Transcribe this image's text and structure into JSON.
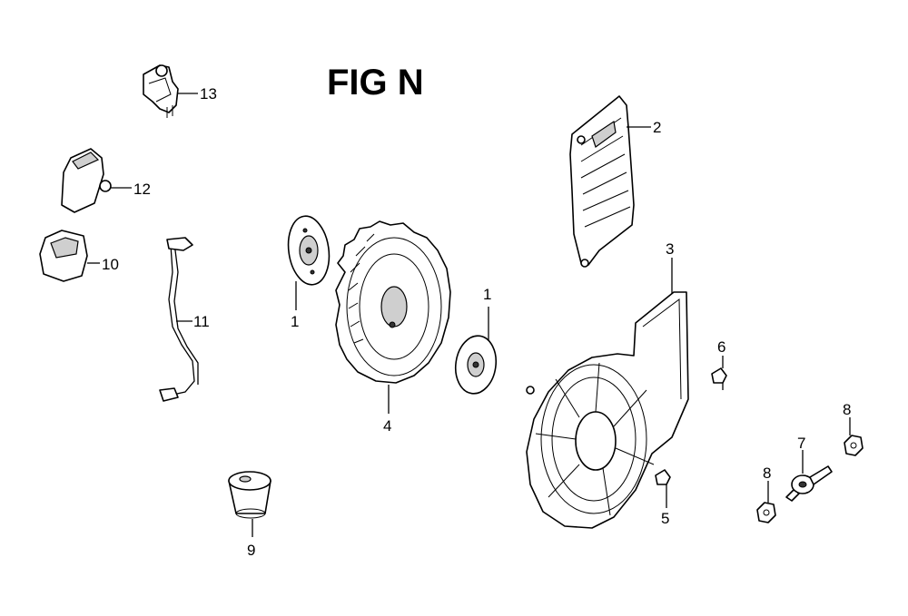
{
  "figure": {
    "title": "FIG N"
  },
  "callouts": [
    {
      "id": "c13",
      "label": "13"
    },
    {
      "id": "c12",
      "label": "12"
    },
    {
      "id": "c10",
      "label": "10"
    },
    {
      "id": "c11",
      "label": "11"
    },
    {
      "id": "c1a",
      "label": "1"
    },
    {
      "id": "c4",
      "label": "4"
    },
    {
      "id": "c1b",
      "label": "1"
    },
    {
      "id": "c2",
      "label": "2"
    },
    {
      "id": "c3",
      "label": "3"
    },
    {
      "id": "c6",
      "label": "6"
    },
    {
      "id": "c5",
      "label": "5"
    },
    {
      "id": "c7",
      "label": "7"
    },
    {
      "id": "c8a",
      "label": "8"
    },
    {
      "id": "c8b",
      "label": "8"
    },
    {
      "id": "c9",
      "label": "9"
    }
  ]
}
